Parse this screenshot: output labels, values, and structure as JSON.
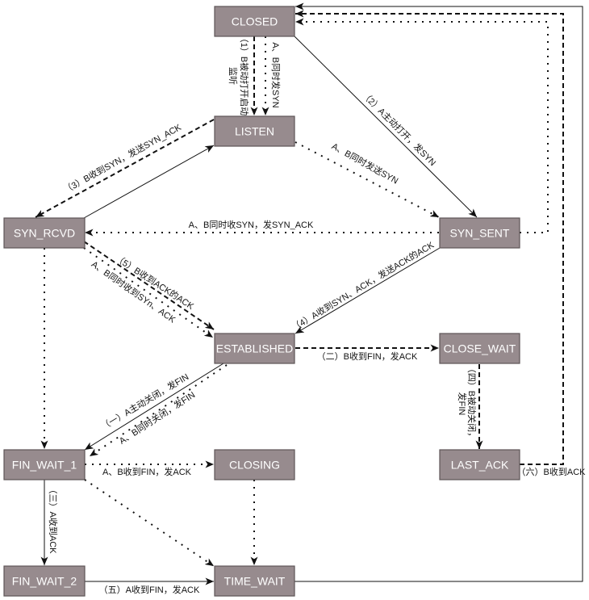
{
  "colors": {
    "background": "#ffffff",
    "state_fill": "#978b8e",
    "state_border": "#5d5557",
    "state_text": "#ffffff",
    "edge": "#111111",
    "label_text": "#111111"
  },
  "diagram": {
    "states": {
      "closed": {
        "label": "CLOSED"
      },
      "listen": {
        "label": "LISTEN"
      },
      "syn_rcvd": {
        "label": "SYN_RCVD"
      },
      "syn_sent": {
        "label": "SYN_SENT"
      },
      "established": {
        "label": "ESTABLISHED"
      },
      "close_wait": {
        "label": "CLOSE_WAIT"
      },
      "fin_wait_1": {
        "label": "FIN_WAIT_1"
      },
      "closing": {
        "label": "CLOSING"
      },
      "last_ack": {
        "label": "LAST_ACK"
      },
      "fin_wait_2": {
        "label": "FIN_WAIT_2"
      },
      "time_wait": {
        "label": "TIME_WAIT"
      }
    },
    "transitions": [
      {
        "from": "CLOSED",
        "to": "LISTEN",
        "style": "dashed",
        "label_lines": [
          "（1）B被动打开启动",
          "监听"
        ]
      },
      {
        "from": "CLOSED",
        "to": "LISTEN",
        "style": "dotted",
        "label_lines": [
          "A、B同时发SYN"
        ]
      },
      {
        "from": "CLOSED",
        "to": "SYN_SENT",
        "style": "solid",
        "label_lines": [
          "（2）A主动打开，发SYN"
        ]
      },
      {
        "from": "LISTEN",
        "to": "SYN_SENT",
        "style": "dotted",
        "label_lines": [
          "A、B同时发送SYN"
        ]
      },
      {
        "from": "LISTEN",
        "to": "SYN_RCVD",
        "style": "dashed",
        "label_lines": [
          "（3）B收到SYN，发送SYN_ACK"
        ]
      },
      {
        "from": "SYN_RCVD",
        "to": "LISTEN",
        "style": "solid",
        "label_lines": []
      },
      {
        "from": "SYN_SENT",
        "to": "SYN_RCVD",
        "style": "dotted",
        "label_lines": [
          "A、B同时收SYN，发SYN_ACK"
        ]
      },
      {
        "from": "SYN_SENT",
        "to": "CLOSED",
        "style": "dotted",
        "label_lines": []
      },
      {
        "from": "SYN_RCVD",
        "to": "ESTABLISHED",
        "style": "dashed",
        "label_lines": [
          "（5）B收到ACK的ACK"
        ]
      },
      {
        "from": "SYN_RCVD",
        "to": "ESTABLISHED",
        "style": "dotted",
        "label_lines": [
          "A、B同时收到SYn、ACK"
        ]
      },
      {
        "from": "SYN_SENT",
        "to": "ESTABLISHED",
        "style": "solid",
        "label_lines": [
          "（4）A收到SYN、ACK，发送ACK的ACK"
        ]
      },
      {
        "from": "SYN_RCVD",
        "to": "FIN_WAIT_1",
        "style": "dotted",
        "label_lines": []
      },
      {
        "from": "ESTABLISHED",
        "to": "CLOSE_WAIT",
        "style": "dashed",
        "label_lines": [
          "（二）B收到FIN，发ACK"
        ]
      },
      {
        "from": "ESTABLISHED",
        "to": "FIN_WAIT_1",
        "style": "solid",
        "label_lines": [
          "（一）A主动关闭，发FIN"
        ]
      },
      {
        "from": "ESTABLISHED",
        "to": "FIN_WAIT_1",
        "style": "dotted",
        "label_lines": [
          "A、B同时关闭，发FIN"
        ]
      },
      {
        "from": "CLOSE_WAIT",
        "to": "LAST_ACK",
        "style": "dashed",
        "label_lines": [
          "（四）B被动关闭，",
          "发FIN"
        ]
      },
      {
        "from": "LAST_ACK",
        "to": "CLOSED",
        "style": "dashed",
        "label_lines": [
          "（六）B收到ACK"
        ]
      },
      {
        "from": "FIN_WAIT_1",
        "to": "CLOSING",
        "style": "dotted",
        "label_lines": [
          "A、B收到FIN，发ACK"
        ]
      },
      {
        "from": "FIN_WAIT_1",
        "to": "FIN_WAIT_2",
        "style": "solid",
        "label_lines": [
          "（三）A收到ACK"
        ]
      },
      {
        "from": "FIN_WAIT_1",
        "to": "TIME_WAIT",
        "style": "dotted",
        "label_lines": []
      },
      {
        "from": "CLOSING",
        "to": "TIME_WAIT",
        "style": "dotted",
        "label_lines": []
      },
      {
        "from": "FIN_WAIT_2",
        "to": "TIME_WAIT",
        "style": "solid",
        "label_lines": [
          "（五）A收到FIN，发ACK"
        ]
      },
      {
        "from": "TIME_WAIT",
        "to": "CLOSED",
        "style": "solid",
        "label_lines": []
      }
    ]
  }
}
